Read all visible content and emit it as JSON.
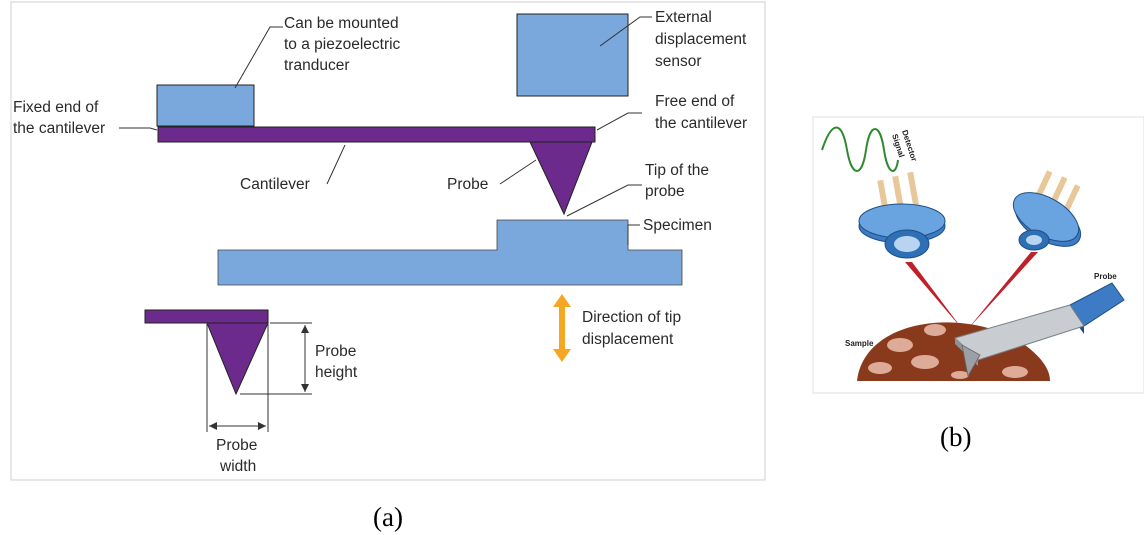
{
  "figure_a": {
    "caption": "(a)",
    "labels": {
      "mounted_line1": "Can be mounted",
      "mounted_line2": "to a piezoelectric",
      "mounted_line3": "tranducer",
      "sensor_line1": "External",
      "sensor_line2": "displacement",
      "sensor_line3": "sensor",
      "fixed_line1": "Fixed end of",
      "fixed_line2": "the cantilever",
      "free_line1": "Free end of",
      "free_line2": "the cantilever",
      "cantilever": "Cantilever",
      "probe": "Probe",
      "tip_line1": "Tip of the",
      "tip_line2": "probe",
      "specimen": "Specimen",
      "direction_line1": "Direction of tip",
      "direction_line2": "displacement",
      "height_line1": "Probe",
      "height_line2": "height",
      "width_line1": "Probe",
      "width_line2": "width"
    },
    "colors": {
      "block": "#7aa7dc",
      "purple": "#6b2a8c",
      "arrow": "#f5a623"
    }
  },
  "figure_b": {
    "caption": "(b)",
    "labels": {
      "detector_line1": "Detector",
      "detector_line2": "Signal",
      "probe": "Probe",
      "sample": "Sample"
    },
    "colors": {
      "laser": "#c0202a",
      "signal": "#2f8a2f",
      "sample": "#8a3a1c"
    }
  }
}
